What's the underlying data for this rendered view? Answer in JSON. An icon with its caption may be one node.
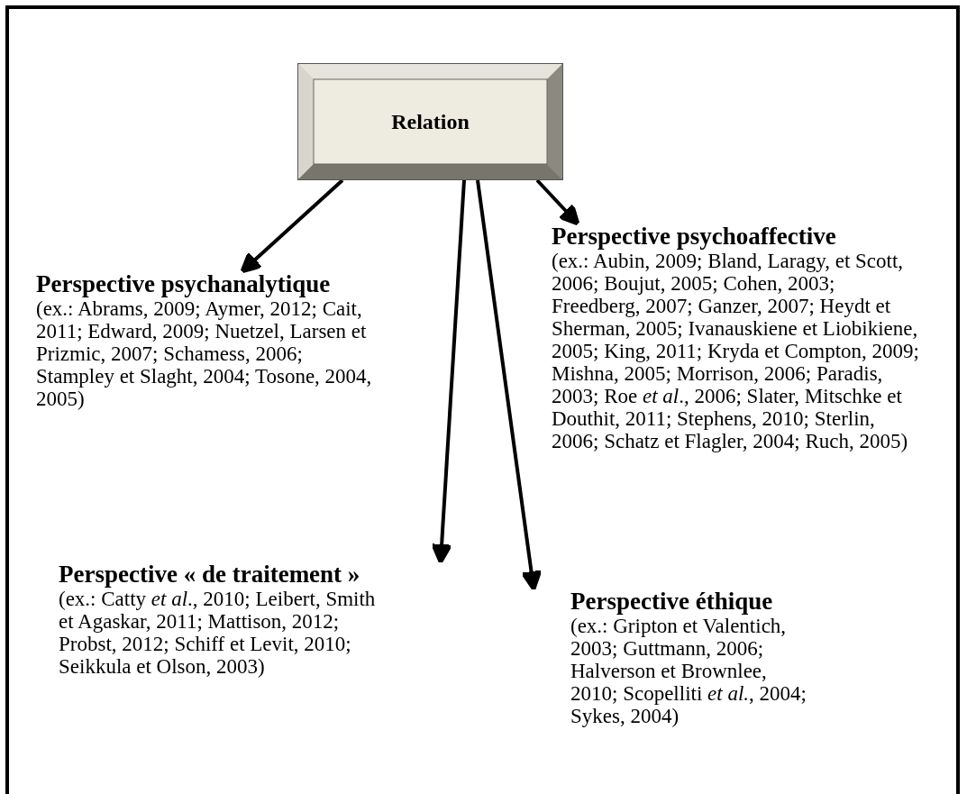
{
  "diagram": {
    "nodes": [
      {
        "text": [
          "Relation"
        ]
      },
      {
        "text": [
          "Perspective psychanalytique",
          "(ex.: Abrams, 2009; Aymer, 2012; Cait, 2011; Edward, 2009; Nuetzel, Larsen et Prizmic, 2007; Schamess, 2006; Stampley et Slaght, 2004; Tosone, 2004, 2005)"
        ]
      },
      {
        "text": [
          "Perspective psychoaffective",
          "(ex.: Aubin, 2009; Bland, Laragy, et Scott, 2006; Boujut, 2005; Cohen, 2003; Freedberg, 2007; Ganzer, 2007; Heydt et Sherman, 2005; Ivanauskiene et Liobikiene, 2005; King, 2011; Kryda et Compton, 2009; Mishna, 2005; Morrison, 2006; Paradis, 2003; Roe *et al*., 2006; Slater, Mitschke et Douthit, 2011; Stephens, 2010; Sterlin, 2006; Schatz et Flagler, 2004; Ruch, 2005)"
        ]
      },
      {
        "text": [
          "Perspective « de traitement »",
          "(ex.: Catty *et al*., 2010; Leibert, Smith et Agaskar, 2011; Mattison, 2012; Probst, 2012; Schiff et Levit, 2010; Seikkula et Olson, 2003)"
        ]
      },
      {
        "text": [
          "Perspective éthique",
          "(ex.: Gripton et Valentich, 2003; Guttmann, 2006; Halverson et Brownlee, 2010; Scopelliti *et al.*, 2004; Sykes, 2004)"
        ]
      }
    ],
    "edges": [
      {
        "from": 0,
        "to": 1,
        "arrow": "to"
      },
      {
        "from": 0,
        "to": 3,
        "arrow": "to"
      },
      {
        "from": 0,
        "to": 4,
        "arrow": "to"
      },
      {
        "from": 0,
        "to": 2,
        "arrow": "to"
      }
    ]
  }
}
